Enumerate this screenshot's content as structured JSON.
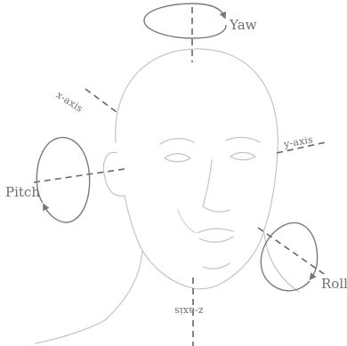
{
  "rotations": {
    "yaw": "Yaw",
    "pitch": "Pitch",
    "roll": "Roll"
  },
  "axes": {
    "x": "x-axis",
    "y": "y-axis",
    "z": "z-axis"
  },
  "colors": {
    "axis_line": "#666666",
    "arrow": "#7a7a7a",
    "label": "#6e6e6e",
    "sketch": "#c4c4c4"
  }
}
